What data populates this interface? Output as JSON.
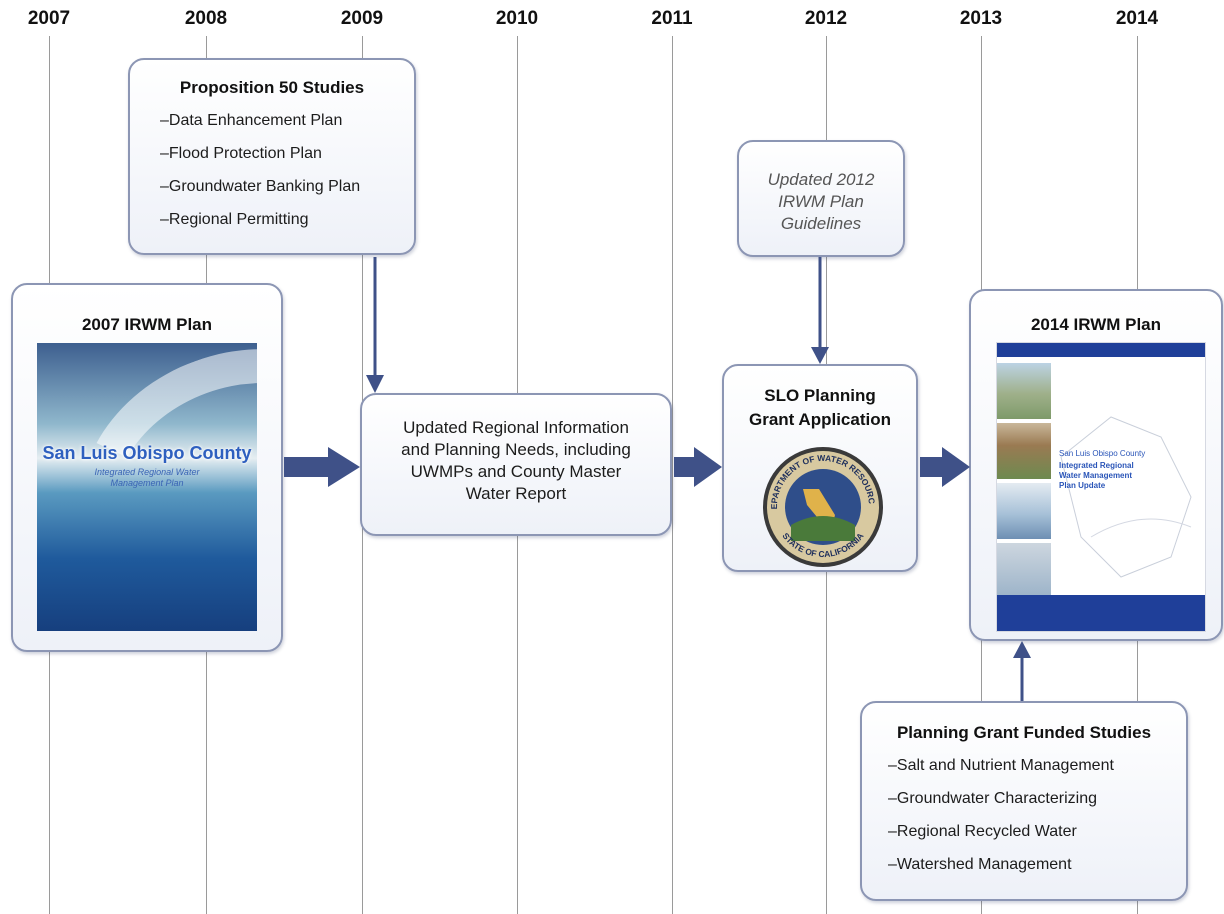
{
  "years": [
    "2007",
    "2008",
    "2009",
    "2010",
    "2011",
    "2012",
    "2013",
    "2014"
  ],
  "prop50": {
    "title": "Proposition 50 Studies",
    "items": [
      "–Data Enhancement Plan",
      "–Flood Protection Plan",
      "–Groundwater Banking Plan",
      "–Regional Permitting"
    ]
  },
  "guidelines": {
    "lines": [
      "Updated 2012",
      "IRWM Plan",
      "Guidelines"
    ]
  },
  "plan2007": {
    "title": "2007 IRWM Plan",
    "cover_title": "San Luis Obispo County",
    "cover_subtitle_lines": [
      "Integrated Regional Water",
      "Management Plan"
    ]
  },
  "regional": {
    "lines": [
      "Updated Regional Information",
      "and Planning Needs, including",
      "UWMPs and County Master",
      "Water Report"
    ]
  },
  "slo": {
    "title_lines": [
      "SLO Planning",
      "Grant Application"
    ],
    "seal_top_text": "DEPARTMENT OF WATER RESOURCES",
    "seal_bottom_text": "STATE OF CALIFORNIA"
  },
  "plan2014": {
    "title": "2014 IRWM Plan",
    "cover_title": "San Luis Obispo County",
    "cover_subtitle_lines": [
      "Integrated Regional",
      "Water Management",
      "Plan Update"
    ]
  },
  "funded": {
    "title": "Planning Grant Funded Studies",
    "items": [
      "–Salt and Nutrient Management",
      "–Groundwater Characterizing",
      "–Regional Recycled Water",
      "–Watershed Management"
    ]
  },
  "colors": {
    "arrow": "#3f5188",
    "box_border": "#8c96b4",
    "line": "#9a9a9a"
  }
}
